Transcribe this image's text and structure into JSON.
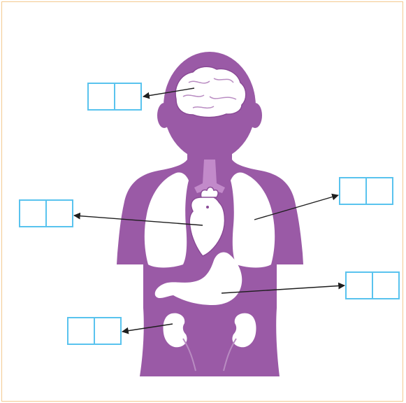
{
  "diagram": {
    "colors": {
      "frame_border": "#f3c98f",
      "body_fill": "#9a5aa6",
      "organ_fill": "#ffffff",
      "organ_stroke": "#8a4a96",
      "trachea_fill": "#c28aca",
      "box_stroke": "#59c3ee",
      "arrow": "#1e1e1e"
    },
    "organs": [
      "brain",
      "heart",
      "lungs",
      "stomach",
      "kidneys"
    ],
    "answer_boxes": [
      {
        "target": "brain",
        "cells": [
          "",
          ""
        ]
      },
      {
        "target": "heart",
        "cells": [
          "",
          ""
        ]
      },
      {
        "target": "lungs",
        "cells": [
          "",
          ""
        ]
      },
      {
        "target": "stomach",
        "cells": [
          "",
          ""
        ]
      },
      {
        "target": "kidneys",
        "cells": [
          "",
          ""
        ]
      }
    ]
  }
}
